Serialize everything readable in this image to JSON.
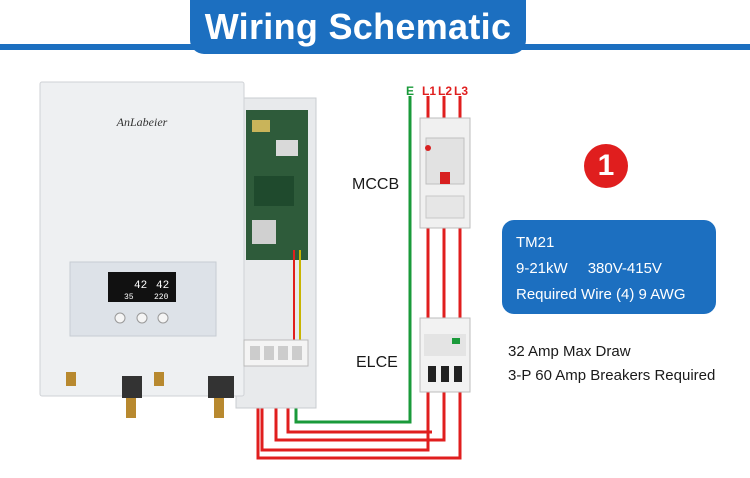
{
  "header": {
    "title": "Wiring Schematic"
  },
  "heater": {
    "brand": "AnLabeier",
    "display_power": "42",
    "display_temp_left": "35",
    "display_temp_right": "220"
  },
  "breakers": {
    "mccb_label": "MCCB",
    "elce_label": "ELCE"
  },
  "phases": [
    {
      "label": "E",
      "color": "#1a9a3a"
    },
    {
      "label": "L1",
      "color": "#e01e1e"
    },
    {
      "label": "L2",
      "color": "#e01e1e"
    },
    {
      "label": "L3",
      "color": "#e01e1e"
    }
  ],
  "badge": {
    "number": "1"
  },
  "spec": {
    "model": "TM21",
    "power": "9-21kW",
    "voltage": "380V-415V",
    "wire": "Required Wire (4) 9 AWG"
  },
  "notes": {
    "max_draw": "32 Amp Max Draw",
    "breakers": "3-P 60 Amp Breakers Required"
  },
  "colors": {
    "accent": "#1c6fc0",
    "live": "#e01e1e",
    "earth": "#1a9a3a"
  }
}
